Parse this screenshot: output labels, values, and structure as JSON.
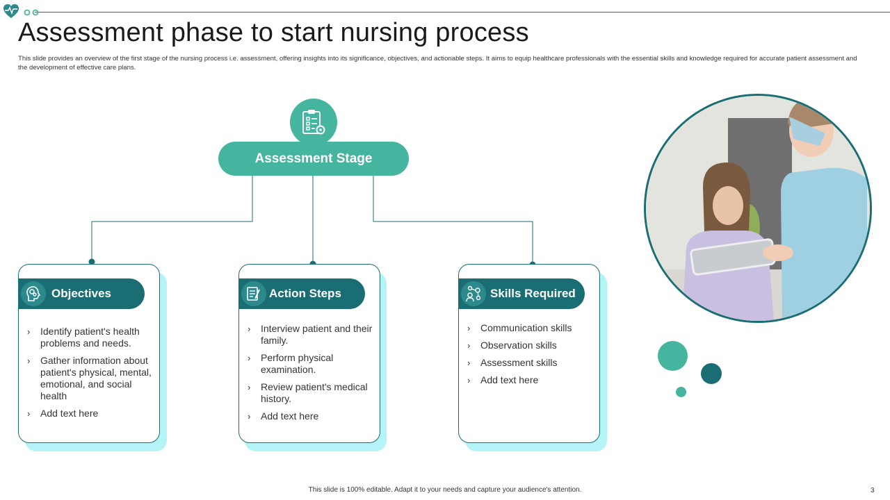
{
  "header": {
    "title": "Assessment phase to start nursing process",
    "subtitle": "This slide provides an overview of the first stage of the nursing process i.e. assessment, offering insights into its significance, objectives, and actionable steps. It aims to equip healthcare professionals with the essential skills and knowledge required for accurate patient assessment and the development of effective care plans."
  },
  "stage": {
    "label": "Assessment Stage",
    "icon": "clipboard-gear-icon"
  },
  "cards": [
    {
      "title": "Objectives",
      "icon": "head-gears-icon",
      "items": [
        "Identify patient's health problems and needs.",
        "Gather information about patient's physical, mental, emotional, and social health",
        "Add text here"
      ]
    },
    {
      "title": "Action Steps",
      "icon": "notepad-pencil-icon",
      "items": [
        "Interview patient and their family.",
        "Perform physical examination.",
        "Review patient's medical history.",
        "Add text here"
      ]
    },
    {
      "title": "Skills Required",
      "icon": "person-network-icon",
      "items": [
        "Communication skills",
        "Observation skills",
        "Assessment skills",
        "Add text here"
      ]
    }
  ],
  "colors": {
    "accent": "#45b59f",
    "dark": "#1a6e73",
    "shadow": "#b4f4f6"
  },
  "footer": {
    "text": "This slide is 100% editable. Adapt it to your needs and capture your audience's attention.",
    "page": "3"
  }
}
